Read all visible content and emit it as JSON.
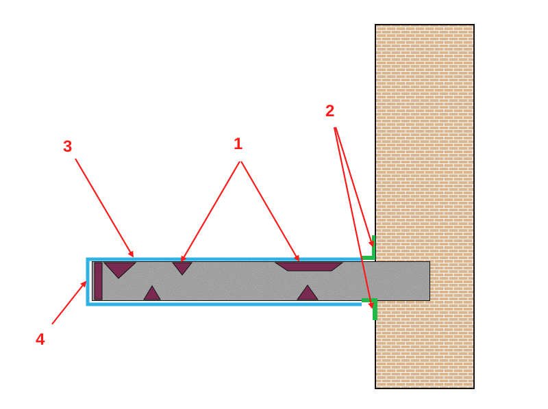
{
  "labels": {
    "l1": "1",
    "l2": "2",
    "l3": "3",
    "l4": "4"
  },
  "colors": {
    "brick_fill": "#dcb58e",
    "brick_mortar": "#ffffff",
    "concrete": "#b4b4b4",
    "waterproof_layer": "#2fb3e6",
    "void": "#7a2a50",
    "sealant": "#22b84a",
    "callout": "#ff1a1a",
    "outline": "#111111"
  },
  "icons": [
    "arrow-head"
  ]
}
